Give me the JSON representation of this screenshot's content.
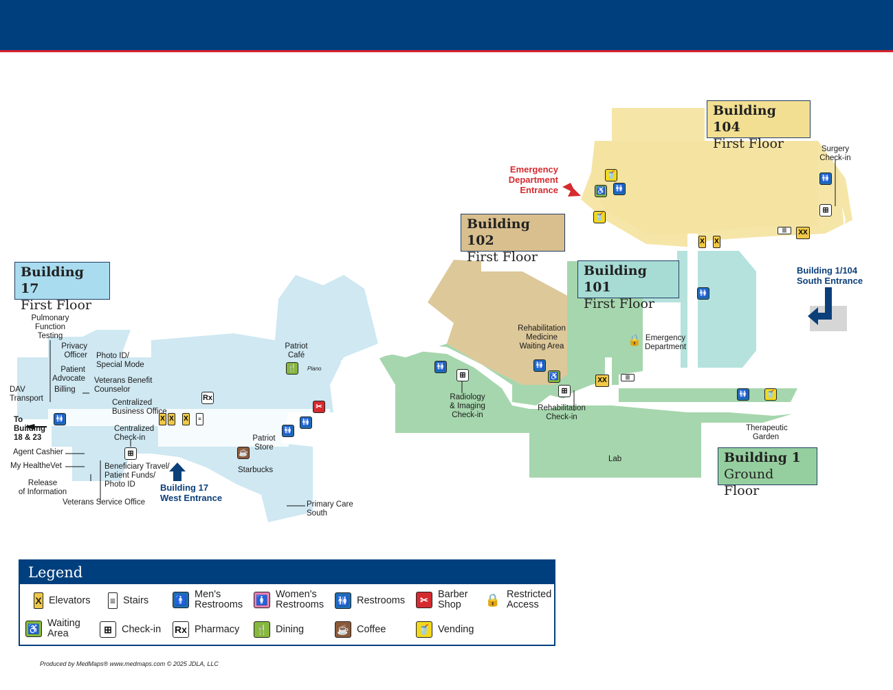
{
  "colors": {
    "header": "#003f7d",
    "accent": "#d9232e",
    "building17": "#cfe8f2",
    "building104": "#f5e6a8",
    "building102": "#ddc89a",
    "building101": "#b5e2dc",
    "building1": "#a6d6ad",
    "entrance": "#0b3f7a",
    "emergency": "#d52b2f"
  },
  "buildings": {
    "b17": {
      "name": "Building 17",
      "floor": "First Floor"
    },
    "b104": {
      "name": "Building 104",
      "floor": "First Floor"
    },
    "b102": {
      "name": "Building 102",
      "floor": "First Floor"
    },
    "b101": {
      "name": "Building 101",
      "floor": "First Floor"
    },
    "b1": {
      "name": "Building 1",
      "floor": "Ground Floor"
    }
  },
  "labels": {
    "pulmonary": "Pulmonary\nFunction\nTesting",
    "privacy": "Privacy\nOfficer",
    "photoid": "Photo ID/\nSpecial Mode",
    "patientadv": "Patient\nAdvocate",
    "vbc": "Veterans Benefit\nCounselor",
    "billing": "Billing",
    "dav": "DAV\nTransport",
    "tobuilding": "To\nBuilding\n18 & 23",
    "cbo": "Centralized\nBusiness Office",
    "ccheckin": "Centralized\nCheck-in",
    "agentcashier": "Agent Cashier",
    "myhealthevet": "My HealtheVet",
    "beneficiary": "Beneficiary Travel/\nPatient Funds/\nPhoto ID",
    "release": "Release\nof Information",
    "vso": "Veterans Service Office",
    "patriotcafe": "Patriot\nCafé",
    "plano": "Plano",
    "patriotstore": "Patriot\nStore",
    "starbucks": "Starbucks",
    "primarycare": "Primary Care\nSouth",
    "radiology": "Radiology\n& Imaging\nCheck-in",
    "rehabwaiting": "Rehabilitation\nMedicine\nWaiting Area",
    "rehabcheckin": "Rehabilitation\nCheck-in",
    "emergencydept": "Emergency\nDepartment",
    "lab": "Lab",
    "garden": "Therapeutic\nGarden",
    "surgery": "Surgery\nCheck-in"
  },
  "entrances": {
    "west": "Building 17\nWest Entrance",
    "south": "Building 1/104\nSouth Entrance",
    "emergency": "Emergency\nDepartment\nEntrance"
  },
  "icons": {
    "rx": "Rx",
    "elevator": "elevator-icon",
    "stairs": "stairs-icon",
    "restroom": "restroom-icon",
    "checkin": "check-in-icon",
    "vending": "vending-icon",
    "waiting": "waiting-icon",
    "dining": "dining-icon",
    "coffee": "coffee-icon",
    "barber": "barber-icon",
    "lock": "lock-icon"
  },
  "legend": {
    "title": "Legend",
    "items": [
      {
        "label": "Elevators",
        "icon": "elevator-icon"
      },
      {
        "label": "Stairs",
        "icon": "stairs-icon"
      },
      {
        "label": "Men's\nRestrooms",
        "icon": "men-restroom-icon"
      },
      {
        "label": "Women's\nRestrooms",
        "icon": "women-restroom-icon"
      },
      {
        "label": "Restrooms",
        "icon": "restroom-icon"
      },
      {
        "label": "Barber\nShop",
        "icon": "barber-icon"
      },
      {
        "label": "Restricted\nAccess",
        "icon": "lock-icon"
      },
      {
        "label": "Waiting\nArea",
        "icon": "waiting-icon"
      },
      {
        "label": "Check-in",
        "icon": "check-in-icon"
      },
      {
        "label": "Pharmacy",
        "icon": "pharmacy-icon"
      },
      {
        "label": "Dining",
        "icon": "dining-icon"
      },
      {
        "label": "Coffee",
        "icon": "coffee-icon"
      },
      {
        "label": "Vending",
        "icon": "vending-icon"
      }
    ]
  },
  "credit": "Produced by MedMaps®  www.medmaps.com  © 2025 JDLA, LLC"
}
